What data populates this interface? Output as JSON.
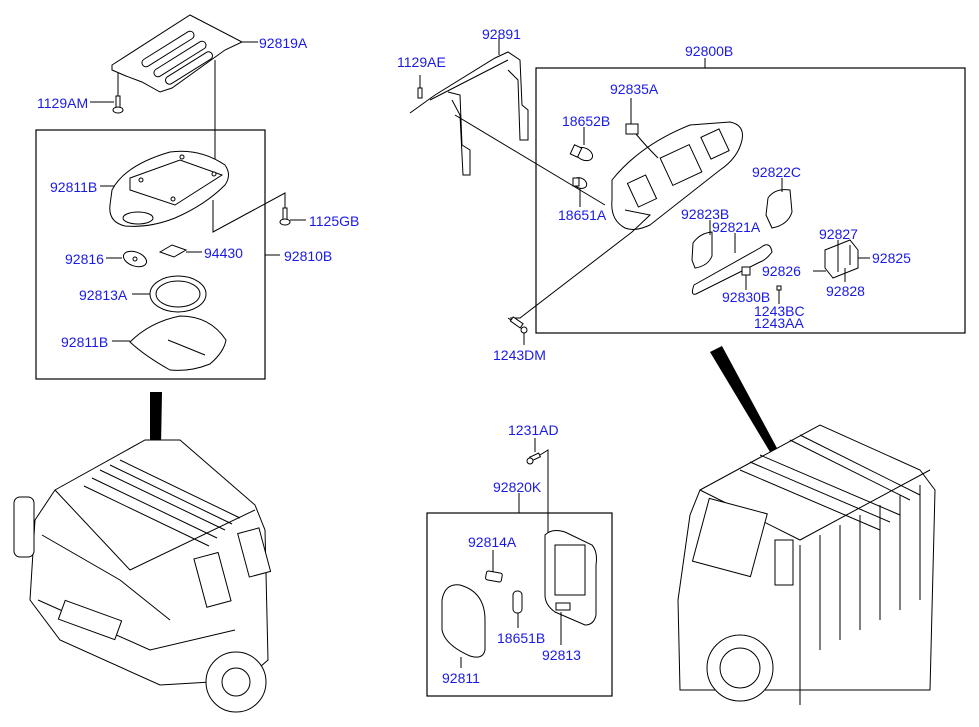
{
  "diagram": {
    "title": "Room Lamp Assembly - Truck Cab",
    "label_color": "#1a1ae6",
    "groups": [
      {
        "assembly": "92810B",
        "position": "top-left",
        "parts": [
          "92819A",
          "1129AM",
          "92811B",
          "1125GB",
          "92816",
          "94430",
          "92813A",
          "92811B"
        ]
      },
      {
        "assembly": "92800B",
        "position": "top-right",
        "parts": [
          "92891",
          "1129AE",
          "92835A",
          "18652B",
          "18651A",
          "92822C",
          "92823B",
          "92821A",
          "92827",
          "92825",
          "92826",
          "92828",
          "92830B",
          "1243BC",
          "1243AA",
          "1243DM"
        ]
      },
      {
        "assembly": "92820K",
        "position": "bottom-center",
        "parts": [
          "1231AD",
          "92814A",
          "92811",
          "18651B",
          "92813"
        ]
      }
    ],
    "labels": {
      "l92819A": "92819A",
      "l1129AM": "1129AM",
      "l92811B_top": "92811B",
      "l1125GB": "1125GB",
      "l92816": "92816",
      "l94430": "94430",
      "l92810B": "92810B",
      "l92813A": "92813A",
      "l92811B_bottom": "92811B",
      "l92891": "92891",
      "l1129AE": "1129AE",
      "l92800B": "92800B",
      "l92835A": "92835A",
      "l18652B": "18652B",
      "l18651A": "18651A",
      "l92822C": "92822C",
      "l92823B": "92823B",
      "l92821A": "92821A",
      "l92827": "92827",
      "l92825": "92825",
      "l92826": "92826",
      "l92828": "92828",
      "l92830B": "92830B",
      "l1243BC": "1243BC",
      "l1243AA": "1243AA",
      "l1243DM": "1243DM",
      "l1231AD": "1231AD",
      "l92820K": "92820K",
      "l92814A": "92814A",
      "l18651B": "18651B",
      "l92813": "92813",
      "l92811": "92811"
    },
    "illustrations": [
      "truck-cab-front-view",
      "truck-cab-rear-view-with-cargo-bed"
    ]
  }
}
